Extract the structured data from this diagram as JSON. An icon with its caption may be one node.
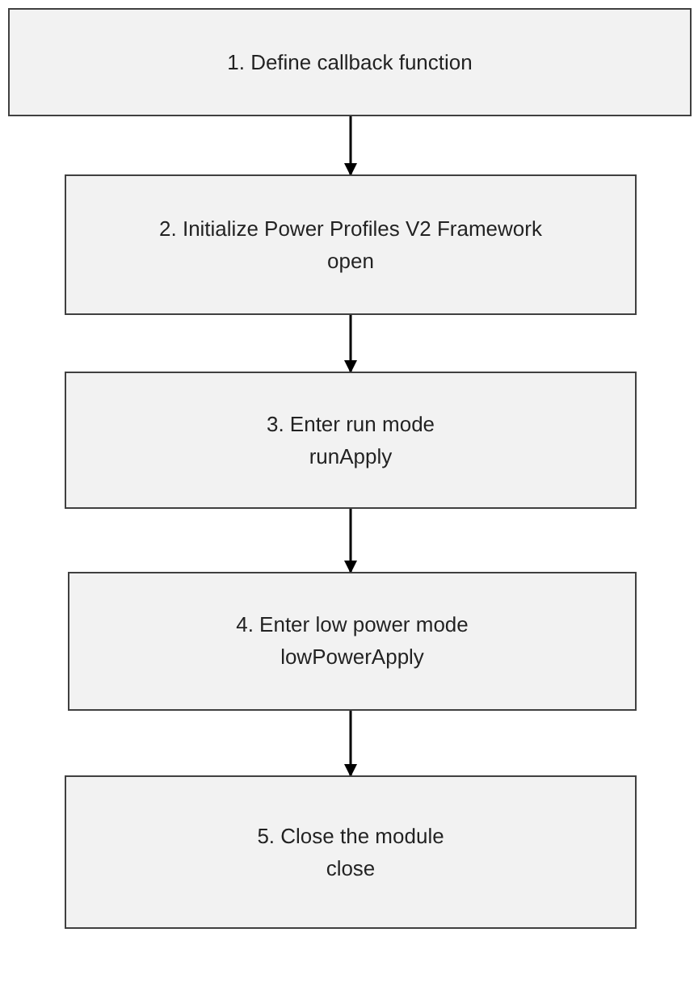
{
  "diagram": {
    "nodes": [
      {
        "text": [
          "1.  Define callback function"
        ]
      },
      {
        "text": [
          "2.  Initialize Power Profiles V2 Framework",
          "open"
        ]
      },
      {
        "text": [
          "3.  Enter run mode",
          "runApply"
        ]
      },
      {
        "text": [
          "4.  Enter low power mode",
          "lowPowerApply"
        ]
      },
      {
        "text": [
          "5.  Close the module",
          "close"
        ]
      }
    ],
    "edges": [
      {
        "from": 0,
        "to": 1,
        "arrow": "to"
      },
      {
        "from": 1,
        "to": 2,
        "arrow": "to"
      },
      {
        "from": 2,
        "to": 3,
        "arrow": "to"
      },
      {
        "from": 3,
        "to": 4,
        "arrow": "to"
      }
    ]
  }
}
